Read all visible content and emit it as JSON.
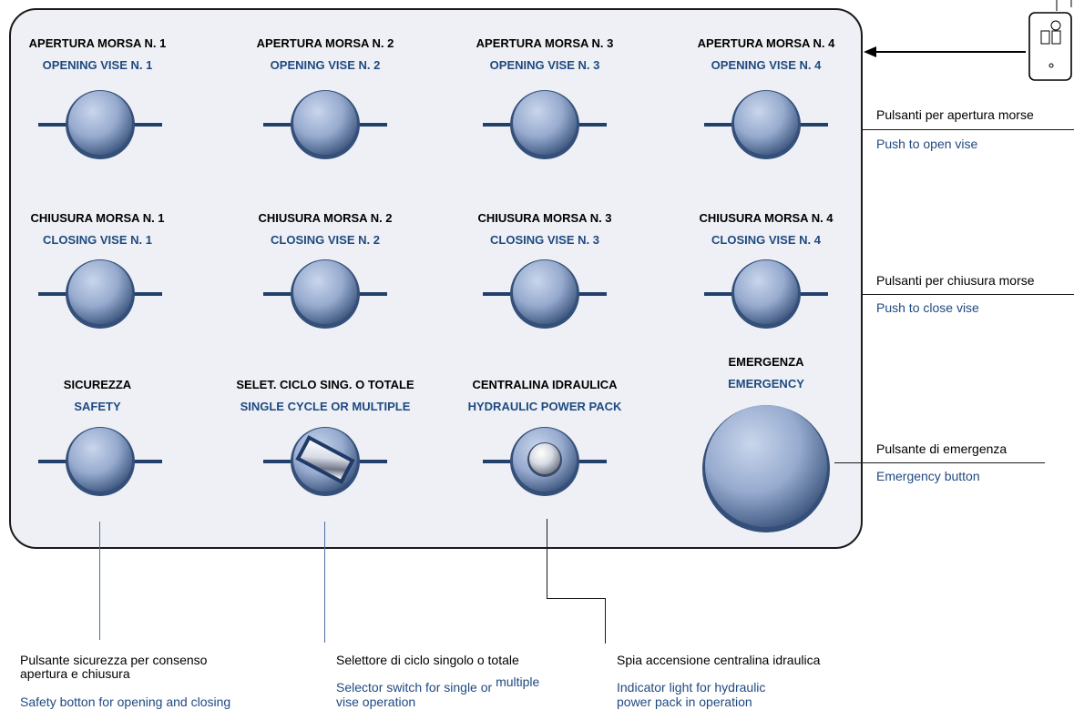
{
  "panel": {
    "row1": [
      {
        "it": "APERTURA MORSA N. 1",
        "en": "OPENING VISE N. 1"
      },
      {
        "it": "APERTURA MORSA N. 2",
        "en": "OPENING VISE N. 2"
      },
      {
        "it": "APERTURA MORSA N. 3",
        "en": "OPENING VISE N. 3"
      },
      {
        "it": "APERTURA MORSA N. 4",
        "en": "OPENING VISE N. 4"
      }
    ],
    "row2": [
      {
        "it": "CHIUSURA MORSA N. 1",
        "en": "CLOSING VISE N. 1"
      },
      {
        "it": "CHIUSURA MORSA N. 2",
        "en": "CLOSING VISE N. 2"
      },
      {
        "it": "CHIUSURA MORSA N. 3",
        "en": "CLOSING VISE N. 3"
      },
      {
        "it": "CHIUSURA MORSA N. 4",
        "en": "CLOSING VISE N. 4"
      }
    ],
    "row3": [
      {
        "it": "SICUREZZA",
        "en": "SAFETY"
      },
      {
        "it": "SELET. CICLO SING. O TOTALE",
        "en": "SINGLE CYCLE OR MULTIPLE"
      },
      {
        "it": "CENTRALINA IDRAULICA",
        "en": "HYDRAULIC POWER PACK"
      },
      {
        "it": "EMERGENZA",
        "en": "EMERGENCY"
      }
    ]
  },
  "callouts": {
    "open": {
      "it": "Pulsanti per apertura morse",
      "en": "Push to open vise"
    },
    "close": {
      "it": "Pulsanti per chiusura morse",
      "en": "Push to close vise"
    },
    "emergency": {
      "it": "Pulsante di emergenza",
      "en": "Emergency button"
    },
    "safety": {
      "it1": "Pulsante sicurezza per consenso",
      "it2": "apertura e chiusura",
      "en": "Safety botton for opening and closing"
    },
    "selector": {
      "it": "Selettore di ciclo singolo o totale",
      "en1": "Selector switch for single or ",
      "en1b": "multiple",
      "en2": "vise operation"
    },
    "pack": {
      "it": "Spia accensione centralina idraulica",
      "en1": "Indicator light for hydraulic",
      "en2": "power pack in operation"
    }
  },
  "colors": {
    "panel_bg": "#eef0f5",
    "button_light": "#b8c8e3",
    "button_dark": "#4a6288",
    "text_blue": "#1f4a80"
  }
}
